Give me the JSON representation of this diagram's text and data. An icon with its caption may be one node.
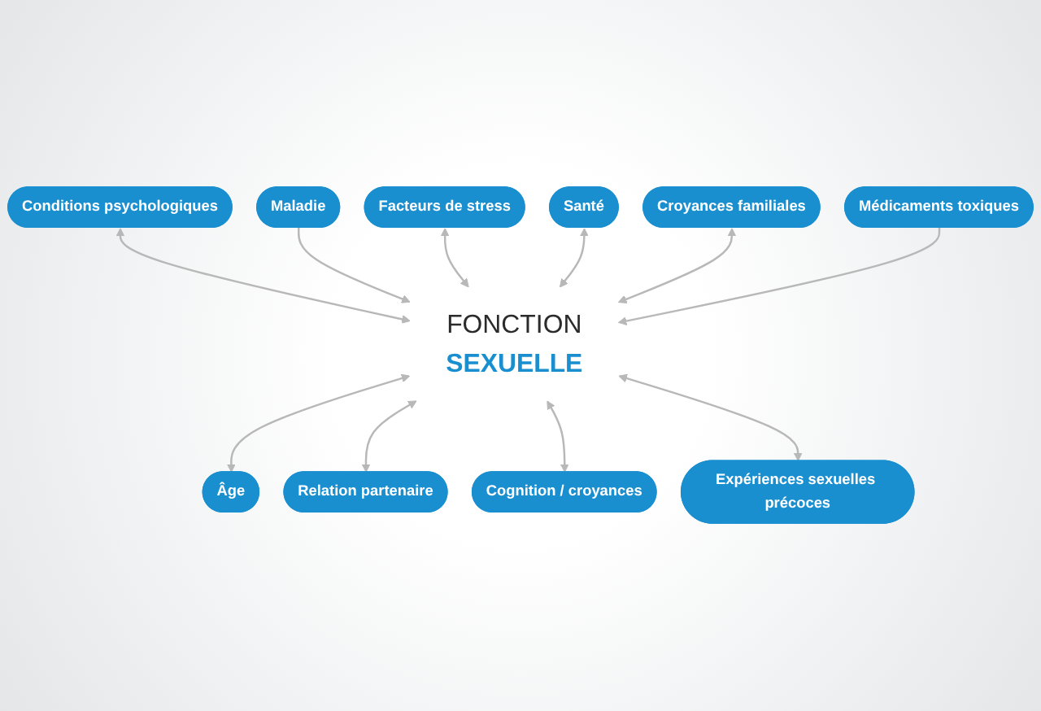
{
  "diagram": {
    "nodes": [
      {
        "text": [
          "Conditions psychologiques"
        ]
      },
      {
        "text": [
          "Maladie"
        ]
      },
      {
        "text": [
          "Facteurs de stress"
        ]
      },
      {
        "text": [
          "Santé"
        ]
      },
      {
        "text": [
          "Croyances familiales"
        ]
      },
      {
        "text": [
          "FONCTION",
          "SEXUELLE"
        ]
      },
      {
        "text": [
          "Âge"
        ]
      },
      {
        "text": [
          "Relation partenaire"
        ]
      },
      {
        "text": [
          "Médicaments toxiques"
        ]
      },
      {
        "text": [
          "Cognition / croyances"
        ]
      },
      {
        "text": [
          "Expériences sexuelles précoces"
        ]
      }
    ],
    "edges": [
      {
        "from": 0,
        "to": 5,
        "arrow": "both"
      },
      {
        "from": 1,
        "to": 5,
        "arrow": "to"
      },
      {
        "from": 2,
        "to": 5,
        "arrow": "both"
      },
      {
        "from": 3,
        "to": 5,
        "arrow": "both"
      },
      {
        "from": 4,
        "to": 5,
        "arrow": "both"
      },
      {
        "from": 8,
        "to": 5,
        "arrow": "to"
      },
      {
        "from": 5,
        "to": 6,
        "arrow": "both"
      },
      {
        "from": 5,
        "to": 7,
        "arrow": "both"
      },
      {
        "from": 5,
        "to": 9,
        "arrow": "both"
      },
      {
        "from": 5,
        "to": 10,
        "arrow": "both"
      }
    ]
  }
}
